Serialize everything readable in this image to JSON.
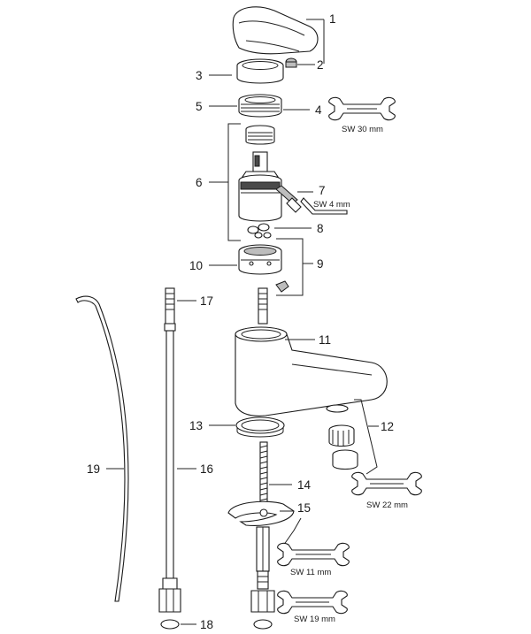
{
  "parts": {
    "p1": "1",
    "p2": "2",
    "p3": "3",
    "p4": "4",
    "p5": "5",
    "p6": "6",
    "p7": "7",
    "p8": "8",
    "p9": "9",
    "p10": "10",
    "p11": "11",
    "p12": "12",
    "p13": "13",
    "p14": "14",
    "p15": "15",
    "p16": "16",
    "p17": "17",
    "p18": "18",
    "p19": "19"
  },
  "tools": {
    "sw30": "SW 30 mm",
    "sw4": "SW 4 mm",
    "sw22": "SW 22 mm",
    "sw11": "SW 11 mm",
    "sw19": "SW 19 mm"
  },
  "colors": {
    "line": "#1a1a1a",
    "shade": "#bdbdbd",
    "dark": "#4a4a4a"
  }
}
